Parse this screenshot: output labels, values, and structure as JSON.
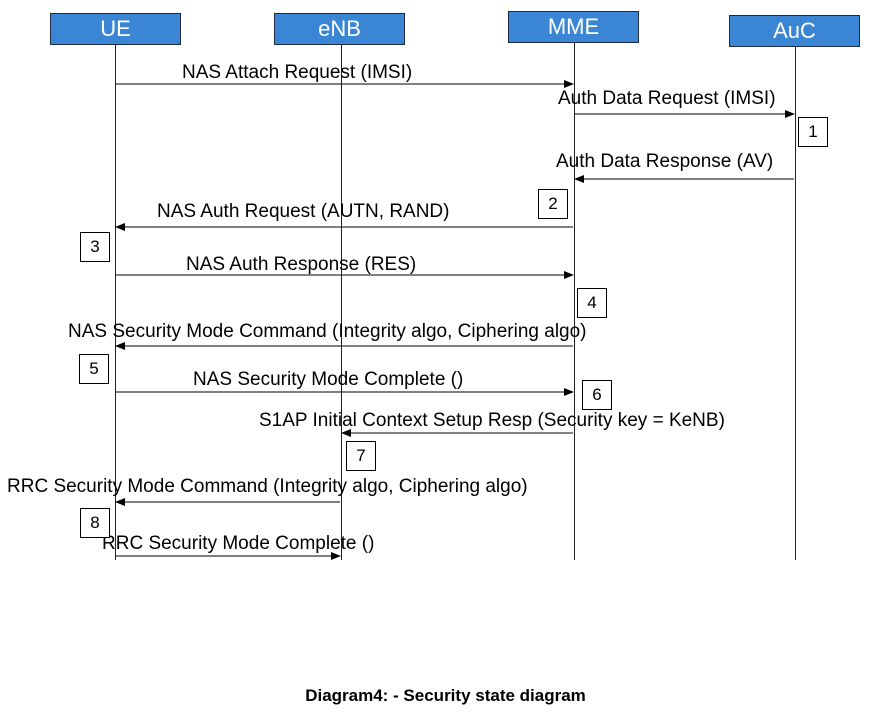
{
  "entities": {
    "ue": "UE",
    "enb": "eNB",
    "mme": "MME",
    "auc": "AuC"
  },
  "messages": [
    {
      "label": "NAS Attach Request (IMSI)",
      "from": "ue",
      "to": "mme"
    },
    {
      "label": "Auth Data Request (IMSI)",
      "from": "mme",
      "to": "auc"
    },
    {
      "label": "Auth Data Response (AV)",
      "from": "auc",
      "to": "mme"
    },
    {
      "label": "NAS Auth Request (AUTN, RAND)",
      "from": "mme",
      "to": "ue"
    },
    {
      "label": "NAS Auth Response (RES)",
      "from": "ue",
      "to": "mme"
    },
    {
      "label": "NAS Security Mode Command (Integrity algo, Ciphering algo)",
      "from": "mme",
      "to": "ue"
    },
    {
      "label": "NAS Security Mode Complete ()",
      "from": "ue",
      "to": "mme"
    },
    {
      "label": "S1AP Initial Context Setup Resp (Security key = KeNB)",
      "from": "mme",
      "to": "enb"
    },
    {
      "label": "RRC Security Mode Command (Integrity algo, Ciphering algo)",
      "from": "enb",
      "to": "ue"
    },
    {
      "label": "RRC Security Mode Complete ()",
      "from": "ue",
      "to": "enb"
    }
  ],
  "steps": [
    "1",
    "2",
    "3",
    "4",
    "5",
    "6",
    "7",
    "8"
  ],
  "caption": "Diagram4: - Security state diagram"
}
